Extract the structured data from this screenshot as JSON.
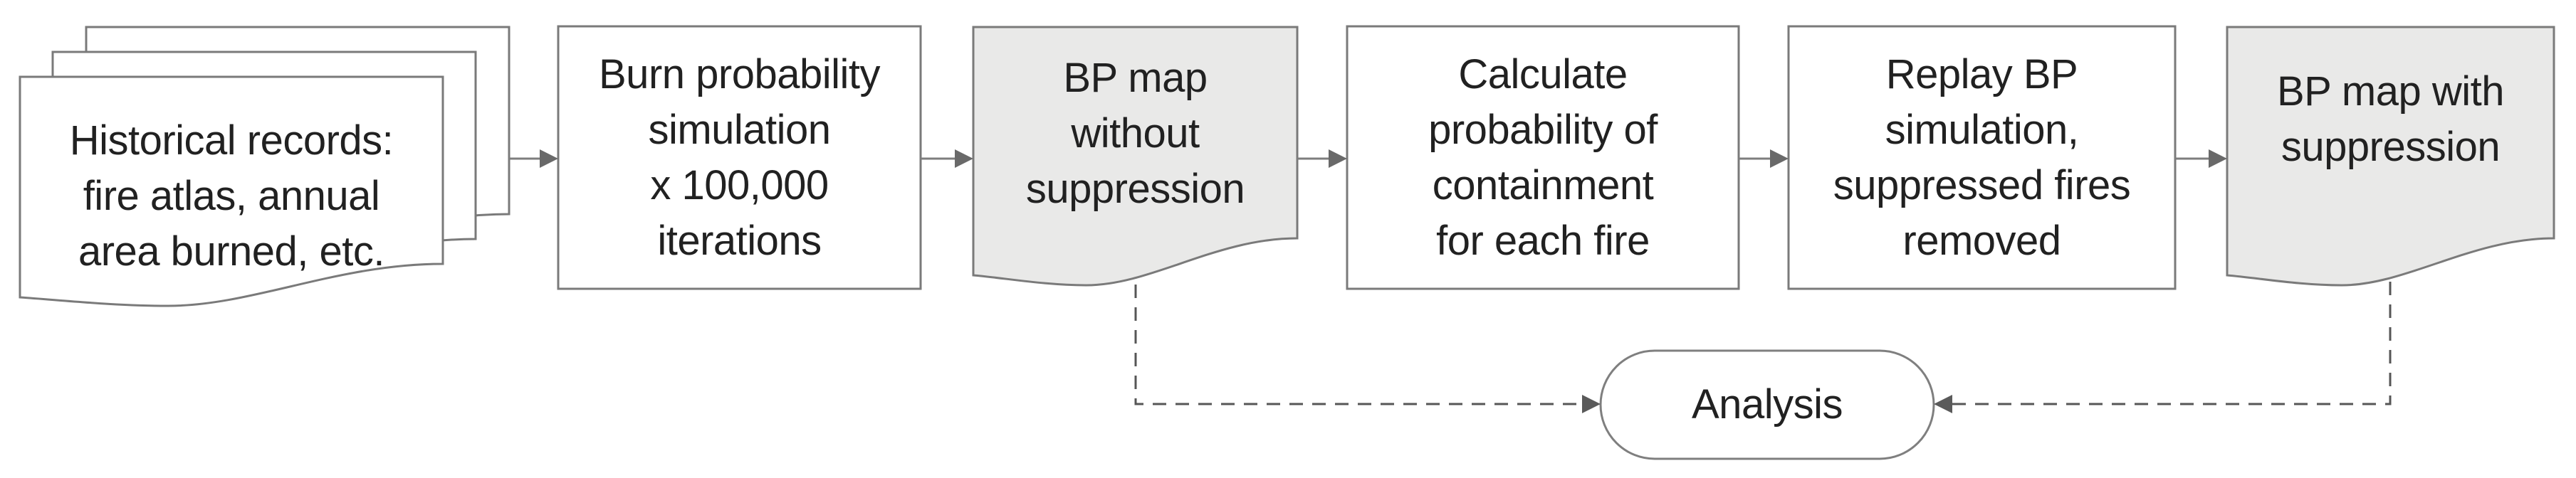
{
  "flowchart": {
    "nodes": [
      {
        "id": "historical-records",
        "shape": "multidocument",
        "label": "Historical records:\nfire atlas, annual\narea burned, etc.",
        "fill": "#ffffff"
      },
      {
        "id": "burn-probability-simulation",
        "shape": "process",
        "label": "Burn probability\nsimulation\nx 100,000\niterations",
        "fill": "#ffffff"
      },
      {
        "id": "bp-map-without-suppression",
        "shape": "document",
        "label": "BP map\nwithout\nsuppression",
        "fill": "#e9e9e8"
      },
      {
        "id": "calculate-probability",
        "shape": "process",
        "label": "Calculate\nprobability of\ncontainment\nfor each fire",
        "fill": "#ffffff"
      },
      {
        "id": "replay-bp-simulation",
        "shape": "process",
        "label": "Replay BP\nsimulation,\nsuppressed fires\nremoved",
        "fill": "#ffffff"
      },
      {
        "id": "bp-map-with-suppression",
        "shape": "document",
        "label": "BP map with\nsuppression",
        "fill": "#e9e9e8"
      },
      {
        "id": "analysis",
        "shape": "terminator",
        "label": "Analysis",
        "fill": "#ffffff"
      }
    ],
    "edges": [
      {
        "from": "historical-records",
        "to": "burn-probability-simulation",
        "style": "solid"
      },
      {
        "from": "burn-probability-simulation",
        "to": "bp-map-without-suppression",
        "style": "solid"
      },
      {
        "from": "bp-map-without-suppression",
        "to": "calculate-probability",
        "style": "solid"
      },
      {
        "from": "calculate-probability",
        "to": "replay-bp-simulation",
        "style": "solid"
      },
      {
        "from": "replay-bp-simulation",
        "to": "bp-map-with-suppression",
        "style": "solid"
      },
      {
        "from": "bp-map-without-suppression",
        "to": "analysis",
        "style": "dashed"
      },
      {
        "from": "bp-map-with-suppression",
        "to": "analysis",
        "style": "dashed"
      }
    ],
    "colors": {
      "background": "#ffffff",
      "border": "#7a7a7a",
      "document_fill": "#e9e9e8",
      "arrow_line": "#7d7d7d",
      "arrow_head": "#696969",
      "dashed_line": "#565656",
      "text": "#212121"
    }
  }
}
